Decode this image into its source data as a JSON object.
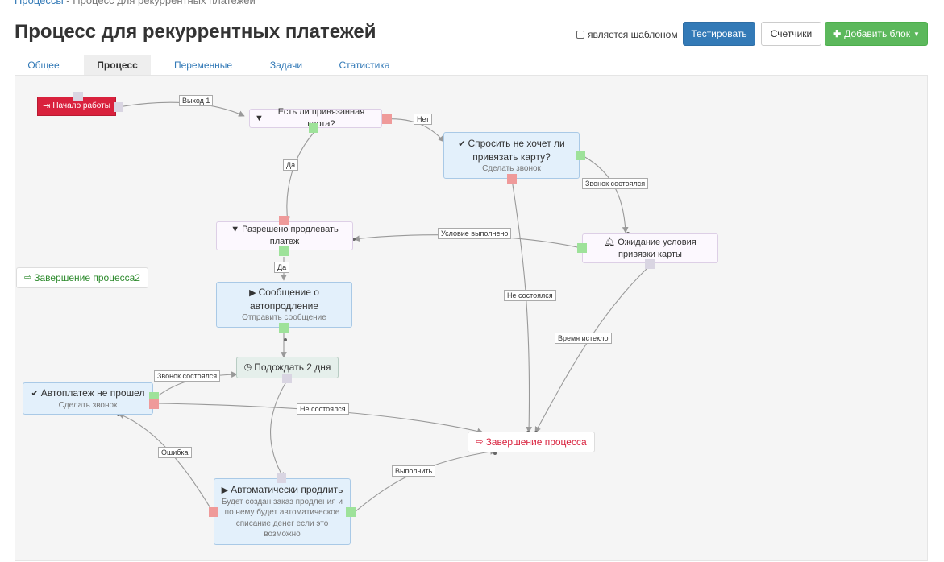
{
  "breadcrumb": {
    "root": "Процессы",
    "separator": " - ",
    "current": "Процесс для рекуррентных платежей"
  },
  "page": {
    "title": "Процесс для рекуррентных платежей"
  },
  "toolbar": {
    "template_label": "является шаблоном",
    "template_checked": false,
    "test_label": "Тестировать",
    "counters_label": "Счетчики",
    "add_block_label": "Добавить блок",
    "add_block_icon": "plus-icon",
    "add_block_caret": "caret-down-icon"
  },
  "tabs": [
    {
      "label": "Общее",
      "active": false
    },
    {
      "label": "Процесс",
      "active": true
    },
    {
      "label": "Переменные",
      "active": false
    },
    {
      "label": "Задачи",
      "active": false
    },
    {
      "label": "Статистика",
      "active": false
    }
  ],
  "colors": {
    "start": "#d9213d",
    "end_red": "#d9213d",
    "end_green": "#2e8b2e",
    "port_red": "#ef9a9a",
    "port_green": "#9ee29a",
    "port_grey": "#d9d5e2",
    "action_bg": "#e3f0fb",
    "filter_bg": "#fcf8fe",
    "wait_bg": "#e5efeb",
    "edge": "#999999"
  },
  "nodes": {
    "start": {
      "icon": "sign-in-icon",
      "label": "Начало работы"
    },
    "has_card": {
      "icon": "filter-icon",
      "label": "Есть ли привязанная карта?"
    },
    "ask_bind": {
      "icon": "check-icon",
      "label": "Спросить не хочет ли привязать карту?",
      "sub": "Сделать звонок"
    },
    "allowed": {
      "icon": "filter-icon",
      "label": "Разрешено продлевать платеж"
    },
    "wait_bind": {
      "icon": "bell-icon",
      "label": "Ожидание условия привязки карты"
    },
    "end2": {
      "icon": "sign-out-icon",
      "label": "Завершение процесса2"
    },
    "msg": {
      "icon": "play-icon",
      "label": "Сообщение о автопродление",
      "sub": "Отправить сообщение"
    },
    "wait2": {
      "icon": "clock-icon",
      "label": "Подождать 2 дня"
    },
    "autofail": {
      "icon": "check-icon",
      "label": "Автоплатеж не прошел",
      "sub": "Сделать звонок"
    },
    "end": {
      "icon": "sign-out-icon",
      "label": "Завершение процесса"
    },
    "autoext": {
      "icon": "play-icon",
      "label": "Автоматически продлить",
      "sub": "Будет создан заказ продления и по нему будет автоматическое списание денег если это возможно"
    }
  },
  "edge_labels": {
    "exit1": "Выход 1",
    "no": "Нет",
    "yes1": "Да",
    "yes2": "Да",
    "call_done1": "Звонок состоялся",
    "cond_met": "Условие выполнено",
    "not_done1": "Не состоялся",
    "time_expired": "Время истекло",
    "call_done2": "Звонок состоялся",
    "not_done2": "Не состоялся",
    "error": "Ошибка",
    "done": "Выполнить"
  }
}
